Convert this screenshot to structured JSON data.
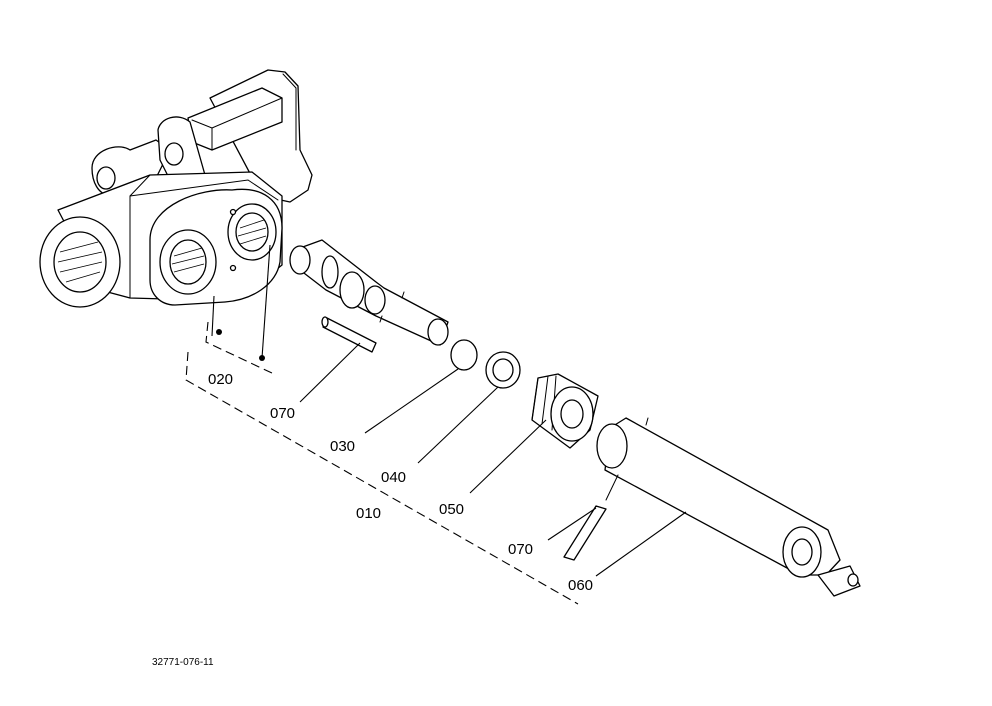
{
  "callouts": {
    "c010": "010",
    "c020": "020",
    "c030": "030",
    "c040": "040",
    "c050": "050",
    "c060": "060",
    "c070a": "070",
    "c070b": "070"
  },
  "drawing_number": "32771-076-11"
}
